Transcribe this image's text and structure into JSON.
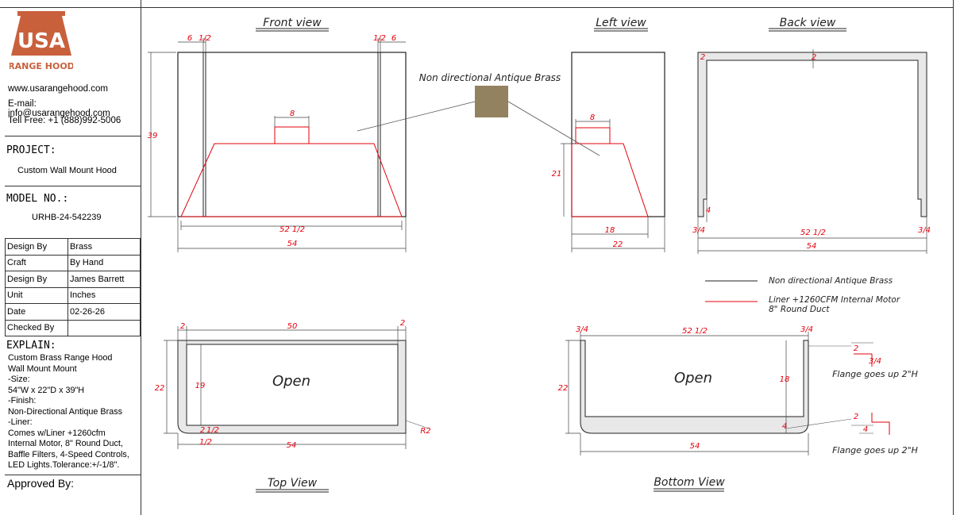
{
  "sidebar": {
    "brand": {
      "top": "USA",
      "bottom": "RANGE HOOD"
    },
    "website": "www.usarangehood.com",
    "email": "E-mail: info@usarangehood.com",
    "phone": "Tell Free: +1 (888)992-5006",
    "project_label": "PROJECT:",
    "project_value": "Custom Wall Mount Hood",
    "model_label": "MODEL NO.:",
    "model_value": "URHB-24-542239",
    "table": [
      {
        "label": "Design By",
        "value": "Brass"
      },
      {
        "label": "Craft",
        "value": "By Hand"
      },
      {
        "label": "Design By",
        "value": "James Barrett"
      },
      {
        "label": "Unit",
        "value": "Inches"
      },
      {
        "label": "Date",
        "value": "02-26-26"
      },
      {
        "label": "Checked By",
        "value": ""
      }
    ],
    "explain_label": "EXPLAIN:",
    "explain_text": "Custom Brass Range Hood\n Wall Mount Mount\n-Size:\n54\"W x 22\"D x 39\"H\n-Finish:\nNon-Directional Antique Brass\n-Liner:\n Comes w/Liner +1260cfm\nInternal Motor, 8\" Round Duct,\n Baffle Filters, 4-Speed Controls,\nLED Lights.Tolerance:+/-1/8\".",
    "approved_label": "Approved By:"
  },
  "titles": {
    "front": "Front view",
    "left": "Left view",
    "back": "Back view",
    "top": "Top View",
    "bottom": "Bottom View"
  },
  "labels": {
    "finish": "Non directional Antique Brass",
    "open": "Open",
    "flange": "Flange goes up 2\"H",
    "legend_brass": "Non directional Antique Brass",
    "legend_liner_1": "Liner +1260CFM Internal Motor",
    "legend_liner_2": "8\" Round Duct"
  },
  "dims": {
    "six": "6",
    "half": "1/2",
    "thirtynine": "39",
    "eight": "8",
    "fiftytwo_half": "52 1/2",
    "fiftyfour": "54",
    "twentyone": "21",
    "eighteen": "18",
    "twentytwo": "22",
    "two": "2",
    "four": "4",
    "three_quarter": "3/4",
    "fifty": "50",
    "nineteen": "19",
    "r2": "R2"
  },
  "colors": {
    "black_line": "#222222",
    "red_line": "#e3000b",
    "brass": "#8b7a56",
    "logo": "#c9603c"
  }
}
